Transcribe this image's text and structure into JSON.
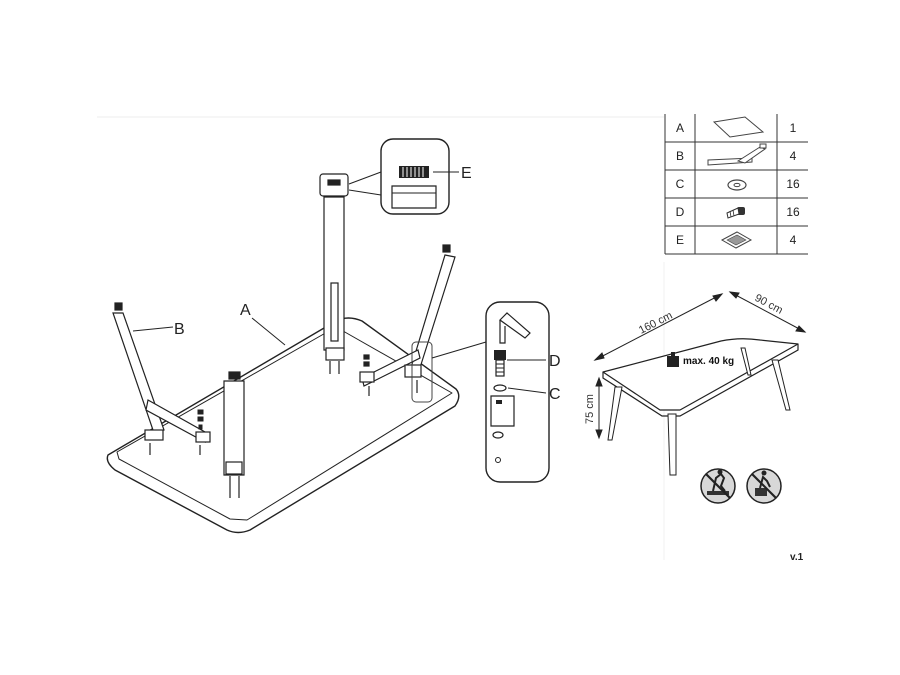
{
  "parts_table": {
    "rows": [
      {
        "letter": "A",
        "qty": "1",
        "icon": "tabletop-icon"
      },
      {
        "letter": "B",
        "qty": "4",
        "icon": "leg-frame-icon"
      },
      {
        "letter": "C",
        "qty": "16",
        "icon": "washer-icon"
      },
      {
        "letter": "D",
        "qty": "16",
        "icon": "bolt-icon"
      },
      {
        "letter": "E",
        "qty": "4",
        "icon": "felt-pad-icon"
      }
    ]
  },
  "callouts": {
    "a": "A",
    "b": "B",
    "c": "C",
    "d": "D",
    "e": "E"
  },
  "dimensions": {
    "length": "160 cm",
    "width": "90 cm",
    "height": "75 cm"
  },
  "max_load": "max. 40 kg",
  "warnings": [
    "no-standing-on-table-icon",
    "no-climbing-icon"
  ],
  "version": "v.1"
}
